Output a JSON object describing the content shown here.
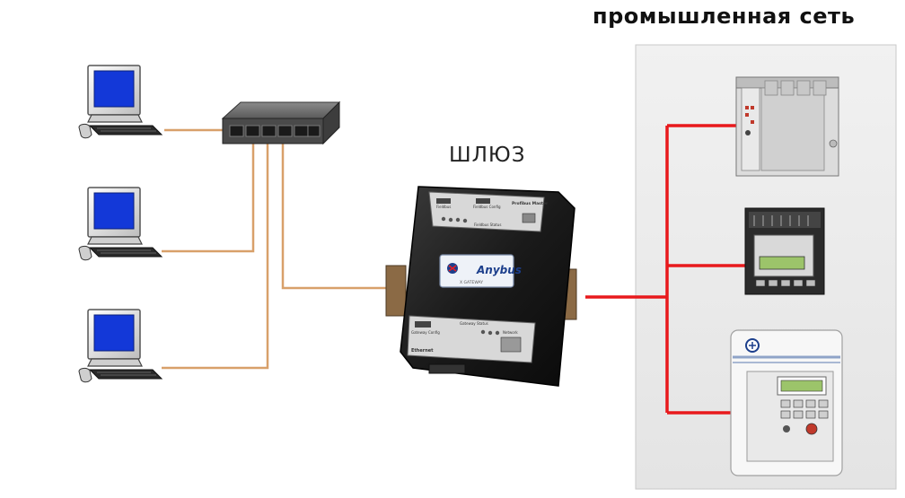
{
  "labels": {
    "industrial_network": "промышленная сеть",
    "gateway": "ШЛЮЗ"
  },
  "gateway_device": {
    "brand": "Anybus",
    "subtitle": "X GATEWAY",
    "port_top_left": "Fieldbus",
    "port_top_right": "Fieldbus Config",
    "master_label": "Profibus Master",
    "status_label": "Fieldbus Status",
    "gateway_status": "Gateway Status",
    "port_bottom_left": "Gateway Config",
    "ethernet_label": "Ethernet",
    "network_label": "Network"
  },
  "colors": {
    "ethernet_cable": "#d8a06a",
    "industrial_cable": "#e8191c",
    "panel_background": "#ececec",
    "monitor_screen": "#1338d8"
  },
  "icons": {
    "pc": "desktop-computer-icon",
    "switch": "network-switch-icon",
    "gateway": "anybus-gateway-icon",
    "plc": "plc-rack-icon",
    "operator_panel": "operator-panel-icon",
    "drive": "frequency-drive-icon"
  }
}
